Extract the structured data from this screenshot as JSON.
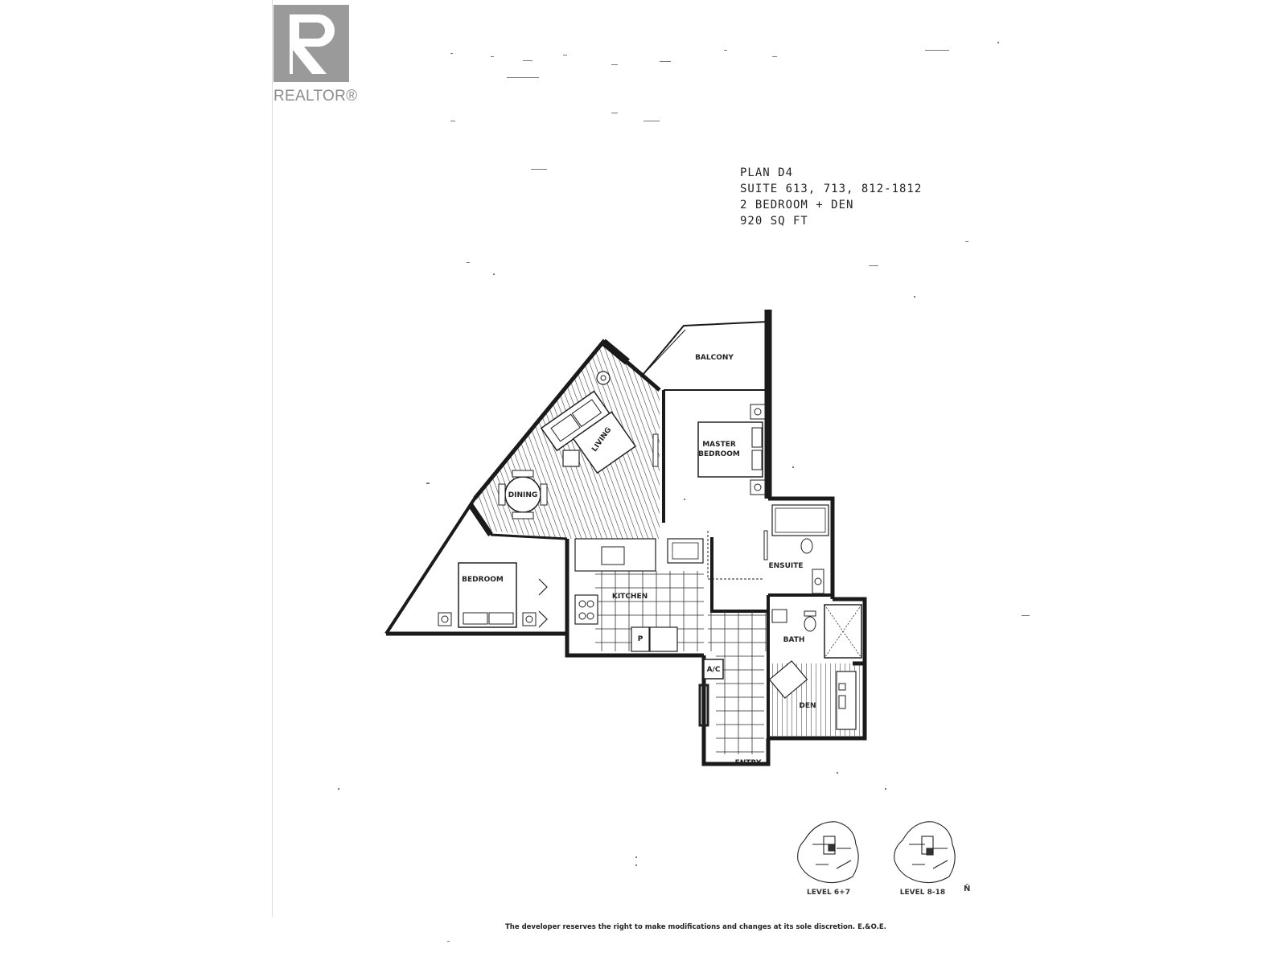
{
  "logo": {
    "text": "REALTOR®",
    "icon": "realtor-r-icon"
  },
  "plan": {
    "name": "PLAN D4",
    "suites": "SUITE 613, 713, 812-1812",
    "type": "2 BEDROOM + DEN",
    "area": "920 SQ FT"
  },
  "rooms": {
    "balcony": "BALCONY",
    "living": "LIVING",
    "dining": "DINING",
    "master_bedroom_line1": "MASTER",
    "master_bedroom_line2": "BEDROOM",
    "bedroom": "BEDROOM",
    "kitchen": "KITCHEN",
    "pantry": "P",
    "ensuite": "ENSUITE",
    "bath": "BATH",
    "ac": "A/C",
    "den": "DEN",
    "entry": "ENTRY"
  },
  "key_plans": {
    "level_a": "LEVEL 6+7",
    "level_b": "LEVEL 8-18",
    "north_symbol": "N̂"
  },
  "disclaimer": "The developer reserves the right to make modifications and changes at its sole discretion. E.&O.E.",
  "colors": {
    "wall": "#1a1a1a",
    "hatch": "#333333",
    "logo_gray": "#9a9a9a"
  }
}
